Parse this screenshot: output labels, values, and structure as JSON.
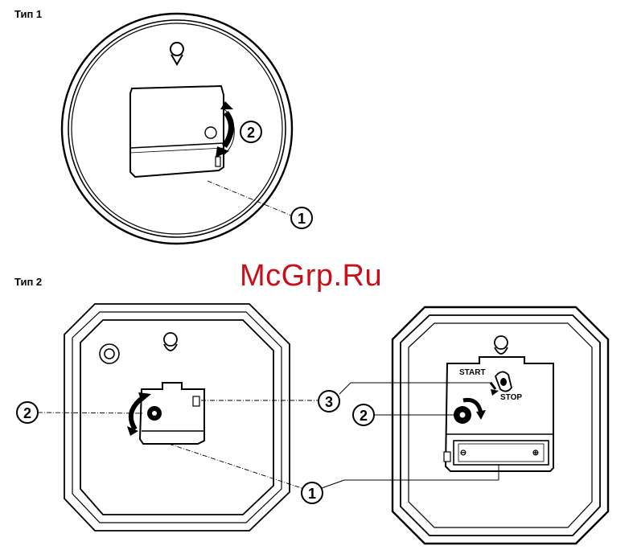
{
  "type1": {
    "heading": "Тип 1"
  },
  "type2": {
    "heading": "Тип 2"
  },
  "watermark": "McGrp.Ru",
  "callouts": {
    "one": "1",
    "two": "2",
    "three": "3"
  },
  "switch_labels": {
    "start": "START",
    "stop": "STOP"
  },
  "battery_signs": {
    "minus": "⊖",
    "plus": "⊕"
  },
  "colors": {
    "ink": "#000000",
    "watermark": "#c8101a"
  }
}
